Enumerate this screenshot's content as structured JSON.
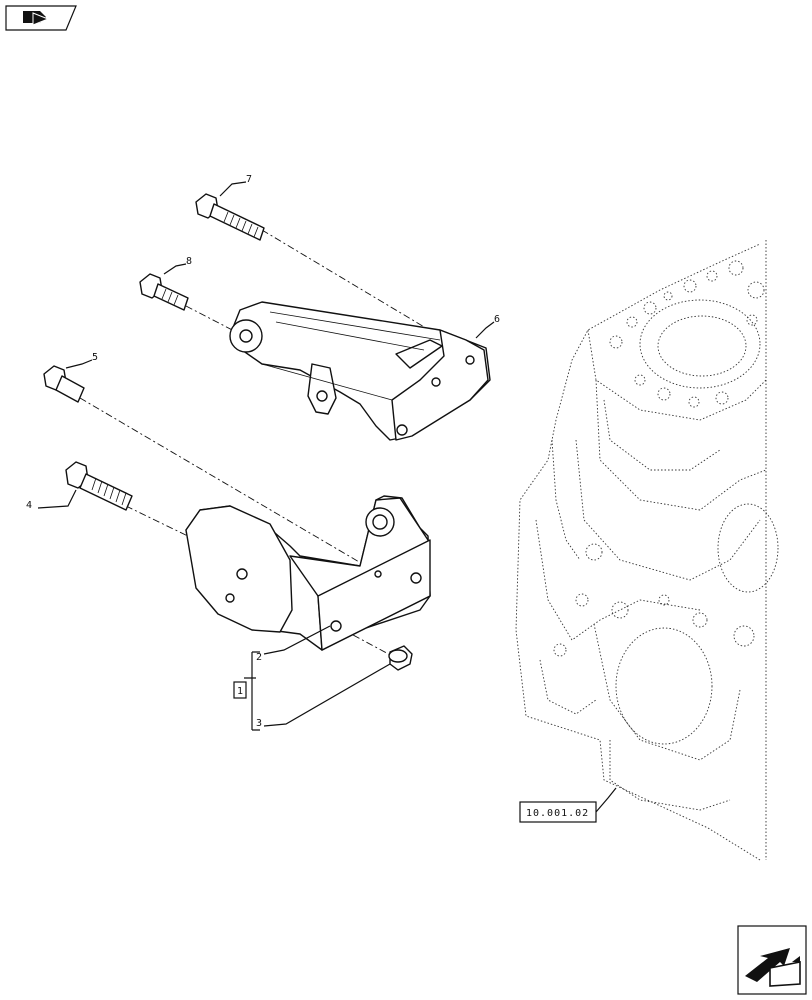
{
  "callouts": [
    {
      "id": "1",
      "label": "1"
    },
    {
      "id": "2",
      "label": "2"
    },
    {
      "id": "3",
      "label": "3"
    },
    {
      "id": "4",
      "label": "4"
    },
    {
      "id": "5",
      "label": "5"
    },
    {
      "id": "6",
      "label": "6"
    },
    {
      "id": "7",
      "label": "7"
    },
    {
      "id": "8",
      "label": "8"
    }
  ],
  "reference": {
    "label": "10.001.02"
  },
  "icons": {
    "top_left": "book-pointer-icon",
    "bottom_right": "next-page-arrow-icon"
  }
}
